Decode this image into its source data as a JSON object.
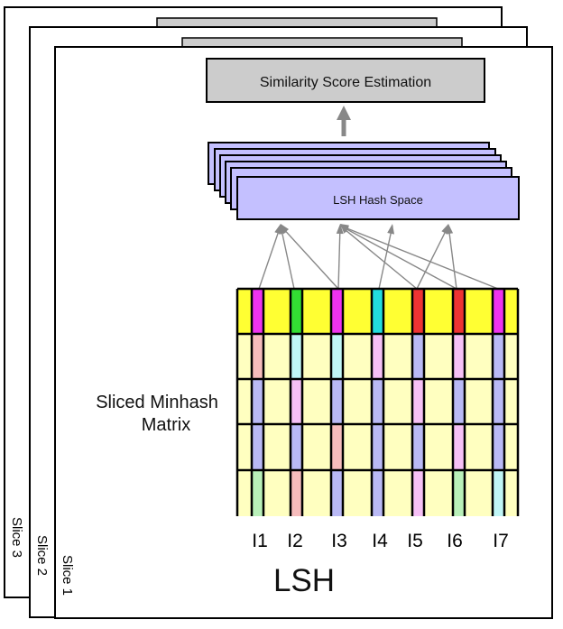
{
  "diagram": {
    "similarity_box": "Similarity Score Estimation",
    "hash_space_box": "LSH Hash Space",
    "matrix_label_line1": "Sliced Minhash",
    "matrix_label_line2": "Matrix",
    "footer_label": "LSH",
    "slice_labels": [
      "Slice 1",
      "Slice 2",
      "Slice 3"
    ],
    "item_labels": [
      "I1",
      "I2",
      "I3",
      "I4",
      "I5",
      "I6",
      "I7"
    ]
  },
  "colors": {
    "header_row_fill": "#ffff33",
    "matrix_cell_fill": "#ffffc0",
    "hash_space_fill": "#c4c0ff",
    "similarity_fill": "#cccccc",
    "arrow": "#888888",
    "item_header_colors": [
      "#ee33ee",
      "#33dd33",
      "#ee33ee",
      "#22dddd",
      "#ee3333",
      "#ee3333",
      "#ee33ee"
    ],
    "item_cell_colors": [
      [
        "#f6bcbc",
        "#b9b9f5",
        "#b9b9f5",
        "#b9f0b9"
      ],
      [
        "#c0f6f6",
        "#f6c0f6",
        "#b9b9f5",
        "#f6bcbc"
      ],
      [
        "#c0f6f6",
        "#b9b9f5",
        "#f6bcbc",
        "#b9b9f5"
      ],
      [
        "#f6c0f6",
        "#b9b9f5",
        "#b9b9f5",
        "#b9b9f5"
      ],
      [
        "#b9b9f5",
        "#f6c0f6",
        "#b9b9f5",
        "#f6c0f6"
      ],
      [
        "#f6c0f6",
        "#b9b9f5",
        "#f6c0f6",
        "#b9f0b9"
      ],
      [
        "#b9b9f5",
        "#b9b9f5",
        "#b9b9f5",
        "#c0f6f6"
      ]
    ]
  }
}
